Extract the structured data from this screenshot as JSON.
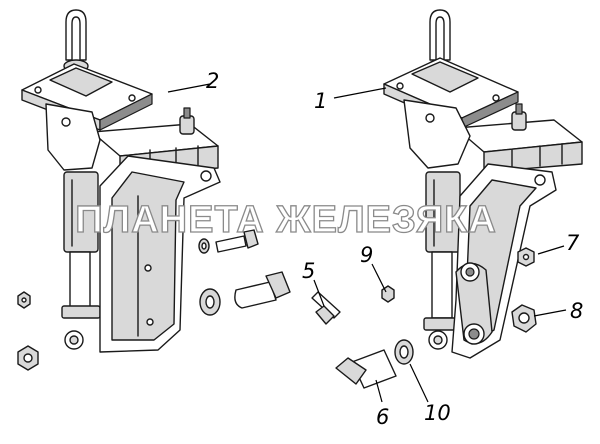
{
  "watermark": "ПЛАНЕТА ЖЕЛЕЗЯКА",
  "callouts": {
    "c1": "1",
    "c2": "2",
    "c5": "5",
    "c6": "6",
    "c7": "7",
    "c8": "8",
    "c9": "9",
    "c10": "10"
  },
  "colors": {
    "line": "#1a1a1a",
    "shade": "#d9d9d9",
    "dark": "#8c8c8c",
    "watermark_outline": "#8a8a8a"
  }
}
